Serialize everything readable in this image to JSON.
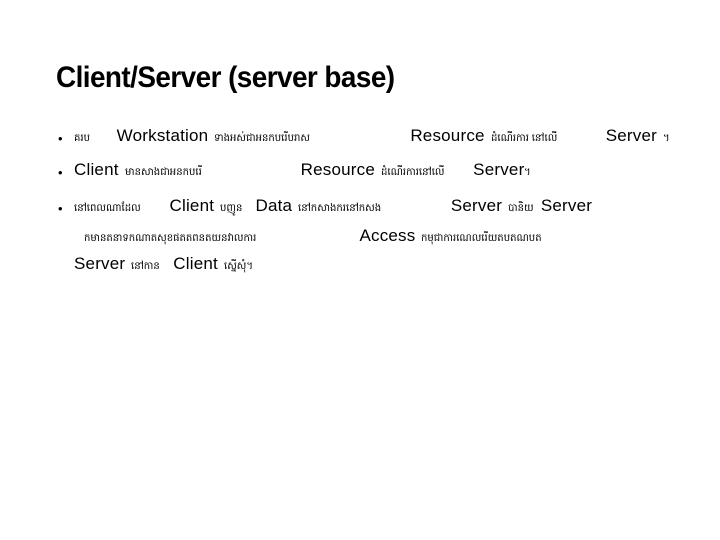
{
  "slide": {
    "title": "Client/Server (server base)",
    "bullet_glyph": "•",
    "lines": [
      {
        "id": "line1",
        "bulleted": true,
        "runs": [
          {
            "script": "km",
            "text": "គរប"
          },
          {
            "gap": "m"
          },
          {
            "script": "en",
            "text": "Workstation"
          },
          {
            "gap": "xs"
          },
          {
            "script": "km",
            "text": "ទាងអស់ជាអនកបរើបរាស"
          },
          {
            "gap": "xxl"
          },
          {
            "script": "en",
            "text": "Resource"
          },
          {
            "gap": "xs"
          },
          {
            "script": "km",
            "text": "ដំណើរការ នៅលើ"
          },
          {
            "gap": "l"
          },
          {
            "script": "en",
            "text": "Server"
          },
          {
            "gap": "xs"
          },
          {
            "script": "km",
            "text": "។"
          }
        ]
      },
      {
        "id": "line2",
        "bulleted": true,
        "runs": [
          {
            "script": "en",
            "text": "Client"
          },
          {
            "gap": "xs"
          },
          {
            "script": "km",
            "text": "មានសាងជាអនកបរើ"
          },
          {
            "gap": "xxl"
          },
          {
            "script": "en",
            "text": "Resource"
          },
          {
            "gap": "xs"
          },
          {
            "script": "km",
            "text": "ដំណើរការនៅលើ"
          },
          {
            "gap": "m"
          },
          {
            "script": "en",
            "text": "Server"
          },
          {
            "script": "km",
            "text": "។"
          }
        ]
      },
      {
        "id": "line3",
        "bulleted": true,
        "runs": [
          {
            "script": "km",
            "text": "នៅពេលណាដែល"
          },
          {
            "gap": "m"
          },
          {
            "script": "en",
            "text": "Client"
          },
          {
            "gap": "xs"
          },
          {
            "script": "km",
            "text": "បញូន"
          },
          {
            "gap": "s"
          },
          {
            "script": "en",
            "text": "Data"
          },
          {
            "gap": "xs"
          },
          {
            "script": "km",
            "text": "នៅកសាងករនៅកសង"
          },
          {
            "gap": "xl"
          },
          {
            "script": "en",
            "text": "Server"
          },
          {
            "gap": "xs"
          },
          {
            "script": "km",
            "text": "បានិយ"
          },
          {
            "gap": "xs"
          },
          {
            "script": "en",
            "text": "Server"
          }
        ]
      },
      {
        "id": "line4",
        "bulleted": false,
        "runs": [
          {
            "script": "km",
            "text": "កមានតនាទកណាតសុខផតតពនតយនវាលការ"
          },
          {
            "gap": "xxl"
          },
          {
            "script": "en",
            "text": "Access"
          },
          {
            "gap": "xs"
          },
          {
            "script": "km",
            "text": "កមុជាការណេលរើយតបតណបត"
          }
        ]
      },
      {
        "id": "line5",
        "bulleted": false,
        "runs": [
          {
            "script": "en",
            "text": "Server"
          },
          {
            "gap": "xs"
          },
          {
            "script": "km",
            "text": "នៅកាន"
          },
          {
            "gap": "s"
          },
          {
            "script": "en",
            "text": "Client"
          },
          {
            "gap": "xs"
          },
          {
            "script": "km",
            "text": "ស្នើសុំ។"
          }
        ]
      }
    ]
  },
  "colors": {
    "background": "#ffffff",
    "text": "#000000"
  }
}
